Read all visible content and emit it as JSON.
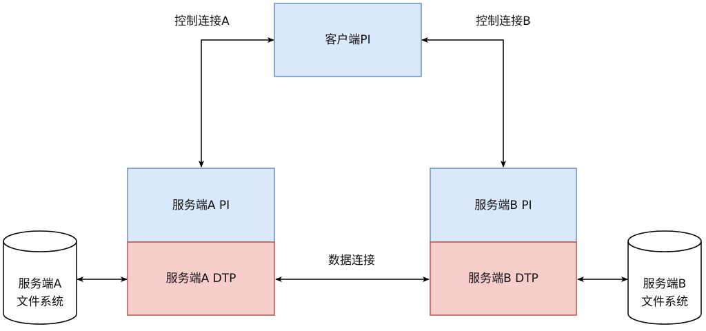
{
  "colors": {
    "pi_fill": "#dae8fc",
    "pi_stroke": "#6c8ebf",
    "dtp_fill": "#f8cecc",
    "dtp_stroke": "#b85450",
    "line": "#000000"
  },
  "nodes": {
    "client_pi": "客户端PI",
    "server_a_pi": "服务端A PI",
    "server_a_dtp": "服务端A DTP",
    "server_b_pi": "服务端B PI",
    "server_b_dtp": "服务端B DTP",
    "fs_a_line1": "服务端A",
    "fs_a_line2": "文件系统",
    "fs_b_line1": "服务端B",
    "fs_b_line2": "文件系统"
  },
  "edges": {
    "control_a": "控制连接A",
    "control_b": "控制连接B",
    "data": "数据连接"
  }
}
